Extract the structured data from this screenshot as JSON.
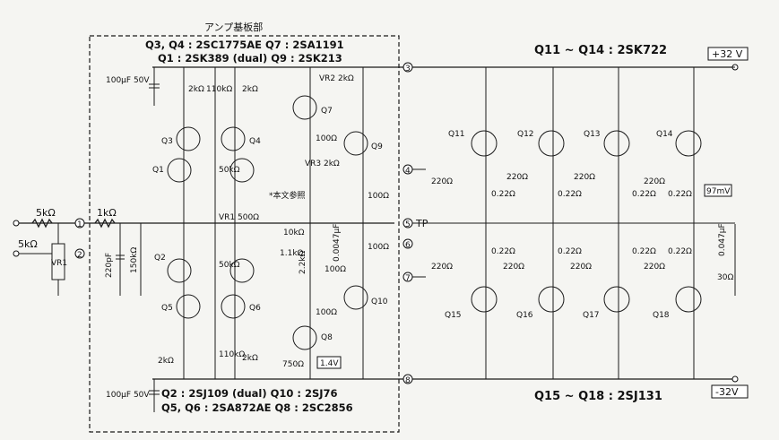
{
  "board_title": "アンプ基板部",
  "top_notes": {
    "line1": "Q3, Q4 : 2SC1775AE  Q7 : 2SA1191",
    "line2": "Q1 : 2SK389 (dual)      Q9 : 2SK213"
  },
  "bottom_notes": {
    "line1": "Q2 : 2SJ109 (dual)              Q10 : 2SJ76",
    "line2": "Q5, Q6 : 2SA872AE  Q8 : 2SC2856"
  },
  "output_nch_note": "Q11 ~ Q14 : 2SK722",
  "output_pch_note": "Q15 ~ Q18 : 2SJ131",
  "rails": {
    "pos": "+32 V",
    "neg": "-32V"
  },
  "terminals": [
    "1",
    "2",
    "3",
    "4",
    "5",
    "6",
    "7",
    "8"
  ],
  "tp_label": "TP",
  "ref_note": "*本文参照",
  "inputs": {
    "r_in": "5kΩ",
    "vr_in": "5kΩ",
    "vr_name": "VR1",
    "r_series": "1kΩ",
    "c_in": "220pF",
    "r_gnd": "150kΩ"
  },
  "front": {
    "c_top": "100μF 50V",
    "c_bot": "100μF 50V",
    "r_2k_a": "2kΩ",
    "r_110k_a": "110kΩ",
    "r_2k_b": "2kΩ",
    "vr2": "VR2 2kΩ",
    "r_50k_a": "50kΩ",
    "vr1": "VR1 500Ω",
    "r_50k_b": "50kΩ",
    "r_2k_c": "2kΩ",
    "r_110k_b": "110kΩ",
    "r_2k_d": "2kΩ",
    "r_750": "750Ω",
    "v_bias": "1.4V",
    "r_100_a": "100Ω",
    "vr3": "VR3 2kΩ",
    "r_10k": "10kΩ",
    "r_1k1": "1.1kΩ",
    "r_2k2": "2.2kΩ",
    "r_100_b": "100Ω",
    "c_fb": "0.0047μF",
    "r_100_c": "100Ω",
    "r_100_d": "100Ω",
    "r_100_e": "100Ω"
  },
  "transistors": {
    "q1": "Q1",
    "q2": "Q2",
    "q3": "Q3",
    "q4": "Q4",
    "q5": "Q5",
    "q6": "Q6",
    "q7": "Q7",
    "q8": "Q8",
    "q9": "Q9",
    "q10": "Q10",
    "q11": "Q11",
    "q12": "Q12",
    "q13": "Q13",
    "q14": "Q14",
    "q15": "Q15",
    "q16": "Q16",
    "q17": "Q17",
    "q18": "Q18"
  },
  "output_stage": {
    "gate_r": "220Ω",
    "src_r": "0.22Ω",
    "v_meas": "97mV",
    "c_zobel": "0.047μF",
    "r_zobel": "30Ω"
  }
}
